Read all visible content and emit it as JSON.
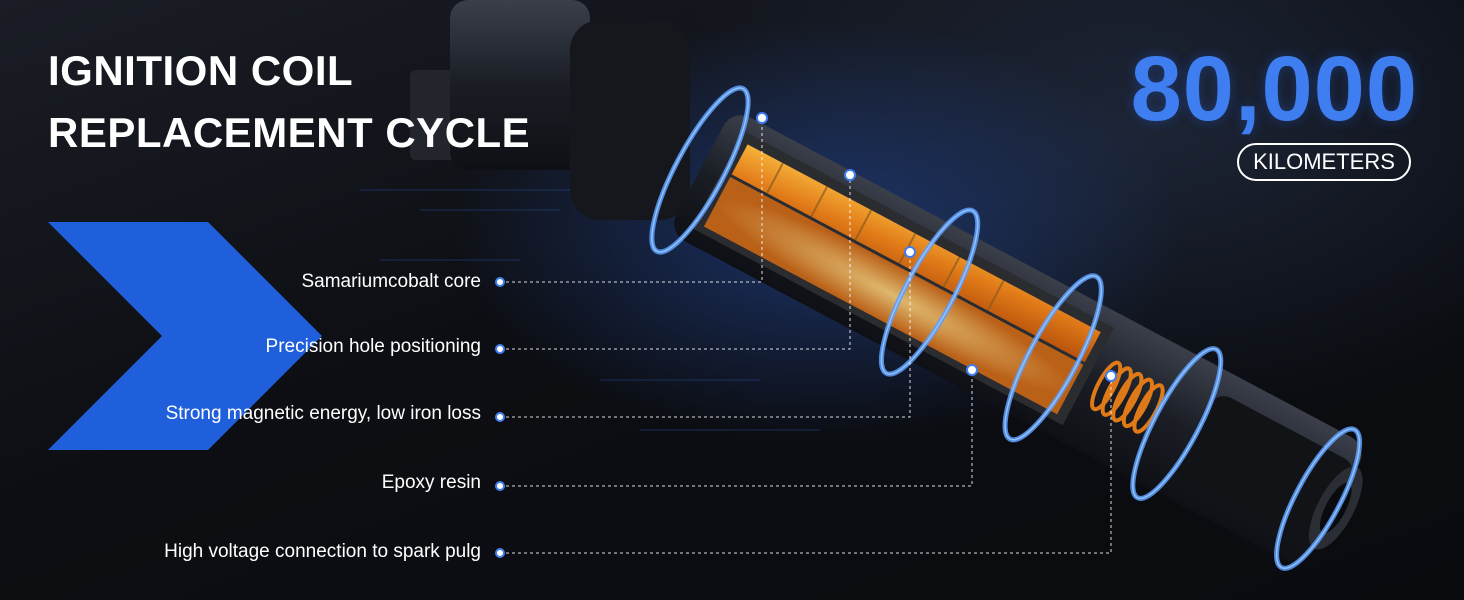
{
  "title": {
    "line1": "IGNITION COIL",
    "line2": "REPLACEMENT CYCLE"
  },
  "stat": {
    "value": "80,000",
    "unit": "KILOMETERS"
  },
  "callouts": [
    {
      "label": "Samariumcobalt core"
    },
    {
      "label": "Precision hole positioning"
    },
    {
      "label": "Strong magnetic energy, low iron loss"
    },
    {
      "label": "Epoxy resin"
    },
    {
      "label": "High voltage connection to spark pulg"
    }
  ],
  "colors": {
    "accent": "#3f7ef0",
    "chevron": "#1f5fdc",
    "coil_copper": "#e08a2a",
    "glow": "#5aa0ff"
  },
  "icons": [
    "chevron-arrow-icon",
    "ignition-coil-illustration"
  ]
}
